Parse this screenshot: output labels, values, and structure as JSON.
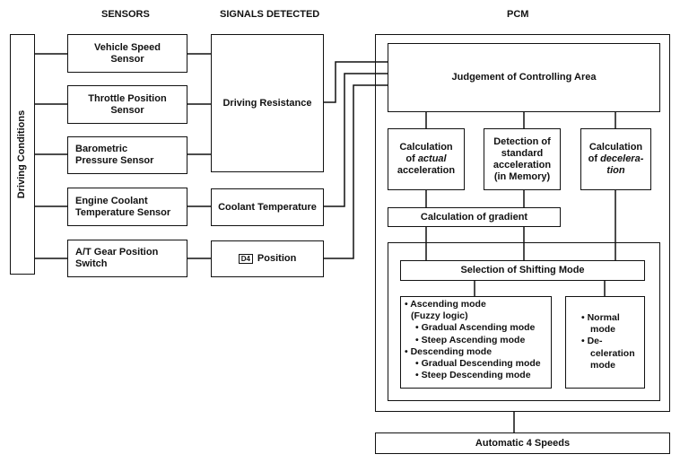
{
  "headers": {
    "sensors": "SENSORS",
    "signals": "SIGNALS DETECTED",
    "pcm": "PCM"
  },
  "driving_conditions": "Driving Conditions",
  "sensors": {
    "vss": [
      "Vehicle Speed",
      "Sensor"
    ],
    "tps": [
      "Throttle Position",
      "Sensor"
    ],
    "baro": [
      "Barometric",
      "Pressure Sensor"
    ],
    "ect": [
      "Engine Coolant",
      "Temperature Sensor"
    ],
    "atg": [
      "A/T Gear Position",
      "Switch"
    ]
  },
  "signals": {
    "driving_resistance": "Driving Resistance",
    "coolant_temperature": "Coolant Temperature",
    "d4_symbol": "D4",
    "d4_position": "Position"
  },
  "pcm": {
    "judgement": "Judgement of Controlling Area",
    "calc_actual": {
      "l1": "Calculation",
      "l2a": "of ",
      "l2b": "actual",
      "l3": "acceleration"
    },
    "detection": [
      "Detection of",
      "standard",
      "acceleration",
      "(in Memory)"
    ],
    "calc_decel": {
      "l1": "Calculation",
      "l2a": "of ",
      "l2b": "decelera-",
      "l3": "tion"
    },
    "calc_gradient": "Calculation of gradient",
    "selection": "Selection of Shifting Mode",
    "modes_left": {
      "ascending": "• Ascending mode",
      "fuzzy": "(Fuzzy logic)",
      "gradual_asc": "• Gradual Ascending mode",
      "steep_asc": "• Steep Ascending mode",
      "descending": "• Descending mode",
      "gradual_desc": "• Gradual Descending mode",
      "steep_desc": "• Steep Descending mode"
    },
    "modes_right": {
      "normal1": "• Normal",
      "normal2": "mode",
      "decel1": "• De-",
      "decel2": "celeration",
      "decel3": "mode"
    }
  },
  "output": "Automatic 4 Speeds"
}
